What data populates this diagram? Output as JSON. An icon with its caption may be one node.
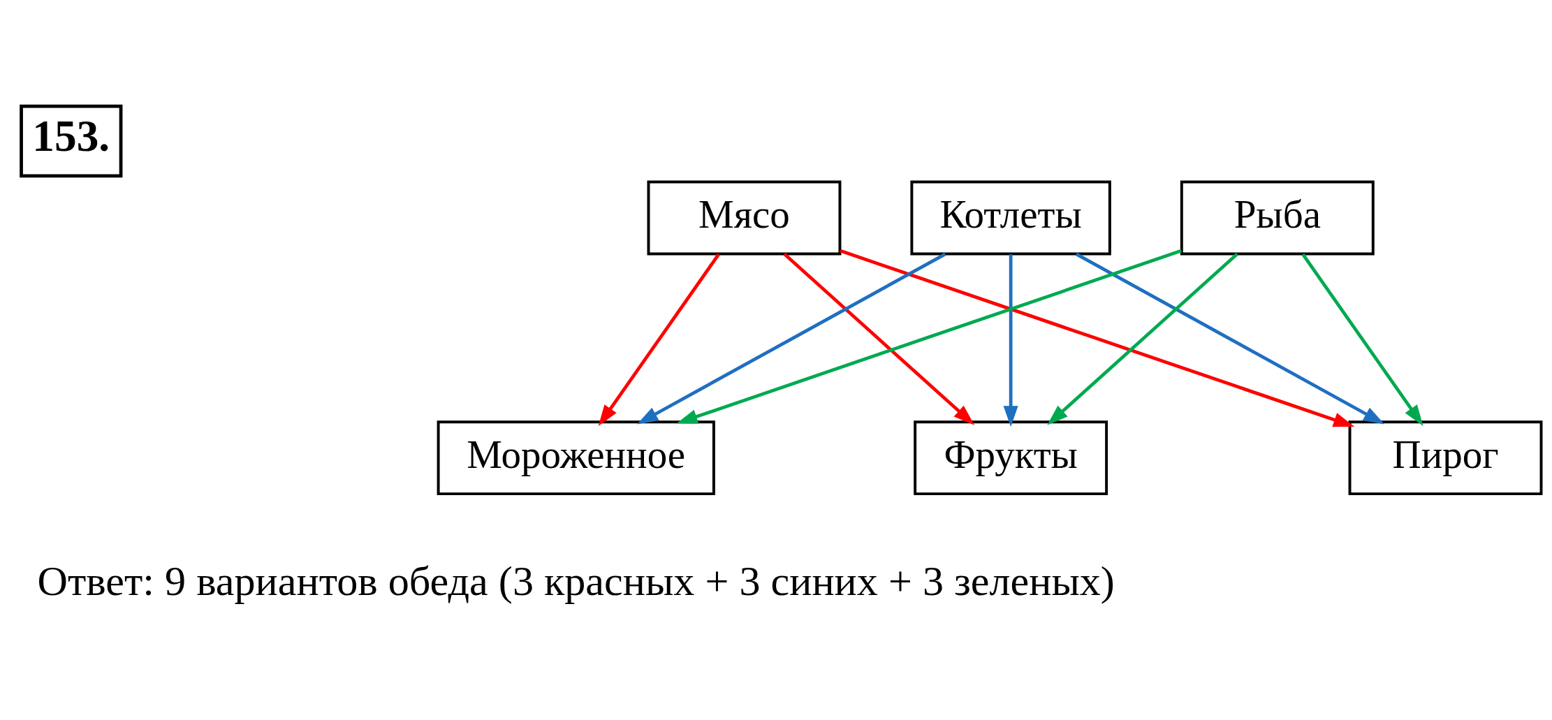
{
  "diagram": {
    "title": "153.",
    "caption": "Ответ: 9 вариантов обеда (3 красных + 3 синих + 3 зеленых)",
    "nodes": [
      {
        "text": [
          "Мясо"
        ]
      },
      {
        "text": [
          "Котлеты"
        ]
      },
      {
        "text": [
          "Рыба"
        ]
      },
      {
        "text": [
          "Мороженное"
        ]
      },
      {
        "text": [
          "Фрукты"
        ]
      },
      {
        "text": [
          "Пирог"
        ]
      }
    ],
    "edges": [
      {
        "from": 0,
        "to": 3,
        "arrow": "to",
        "color": "#ff0000"
      },
      {
        "from": 0,
        "to": 4,
        "arrow": "to",
        "color": "#ff0000"
      },
      {
        "from": 0,
        "to": 5,
        "arrow": "to",
        "color": "#ff0000"
      },
      {
        "from": 1,
        "to": 3,
        "arrow": "to",
        "color": "#1f6fc0"
      },
      {
        "from": 1,
        "to": 4,
        "arrow": "to",
        "color": "#1f6fc0"
      },
      {
        "from": 1,
        "to": 5,
        "arrow": "to",
        "color": "#1f6fc0"
      },
      {
        "from": 2,
        "to": 3,
        "arrow": "to",
        "color": "#00a94f"
      },
      {
        "from": 2,
        "to": 4,
        "arrow": "to",
        "color": "#00a94f"
      },
      {
        "from": 2,
        "to": 5,
        "arrow": "to",
        "color": "#00a94f"
      }
    ]
  }
}
